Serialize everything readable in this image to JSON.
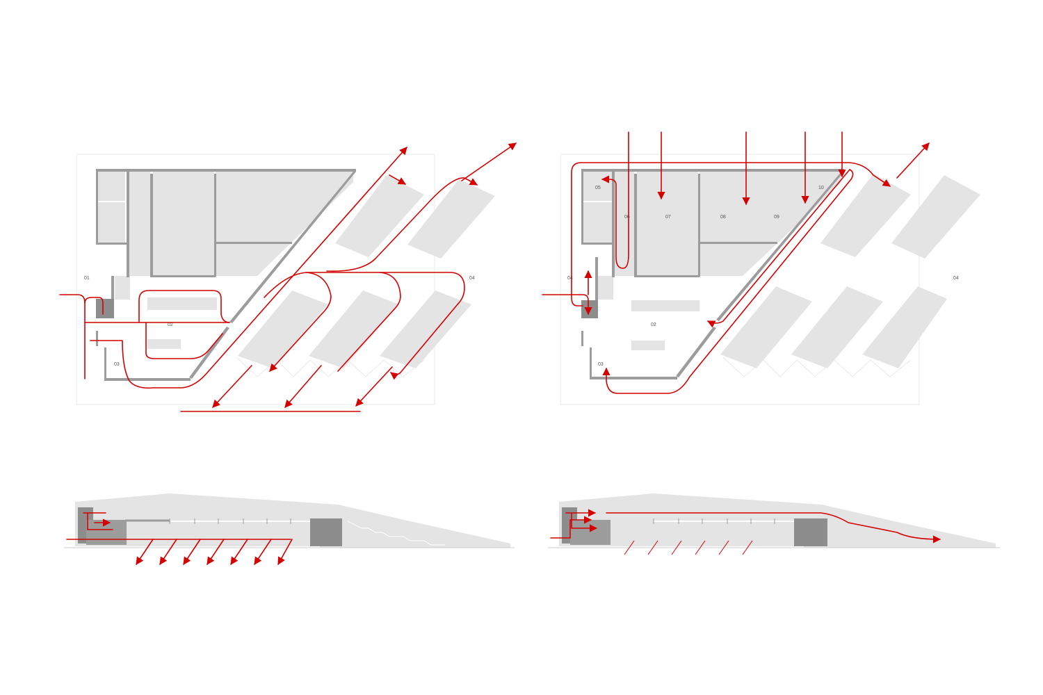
{
  "colors": {
    "background": "#ffffff",
    "room_fill": "#e3e4e3",
    "wall": "#9c9c9c",
    "wall_dark": "#8d8d8d",
    "route": "#d40000",
    "label": "#555555"
  },
  "plan_left": {
    "labels": [
      "01",
      "02",
      "03",
      "04"
    ]
  },
  "plan_right": {
    "labels": [
      "05",
      "06",
      "07",
      "08",
      "09",
      "10",
      "02",
      "03",
      "04",
      "04"
    ]
  }
}
